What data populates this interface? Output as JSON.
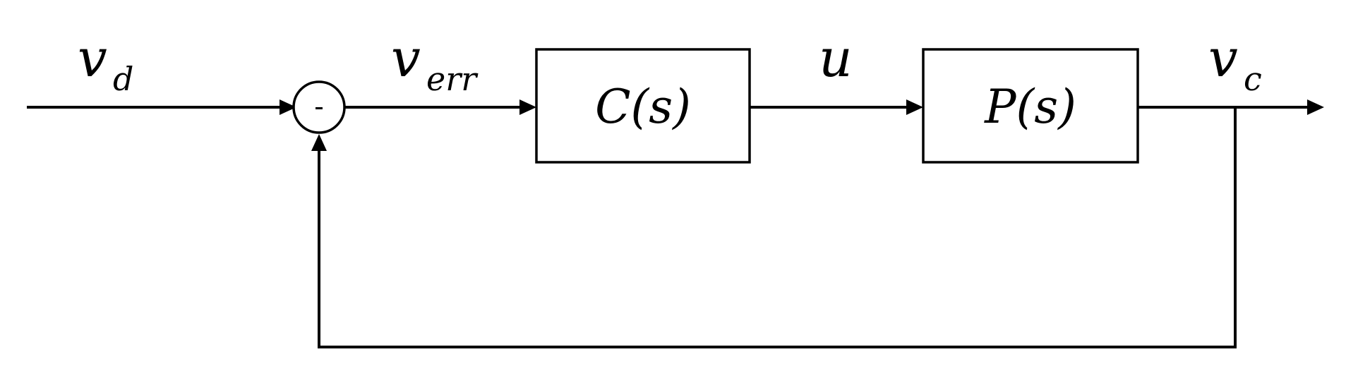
{
  "signals": {
    "reference": {
      "main": "v",
      "sub": "d"
    },
    "error": {
      "main": "v",
      "sub": "err"
    },
    "control": {
      "main": "u"
    },
    "output": {
      "main": "v",
      "sub": "c"
    }
  },
  "blocks": {
    "controller": "C(s)",
    "plant": "P(s)"
  },
  "summing_junction": {
    "sign": "-"
  }
}
